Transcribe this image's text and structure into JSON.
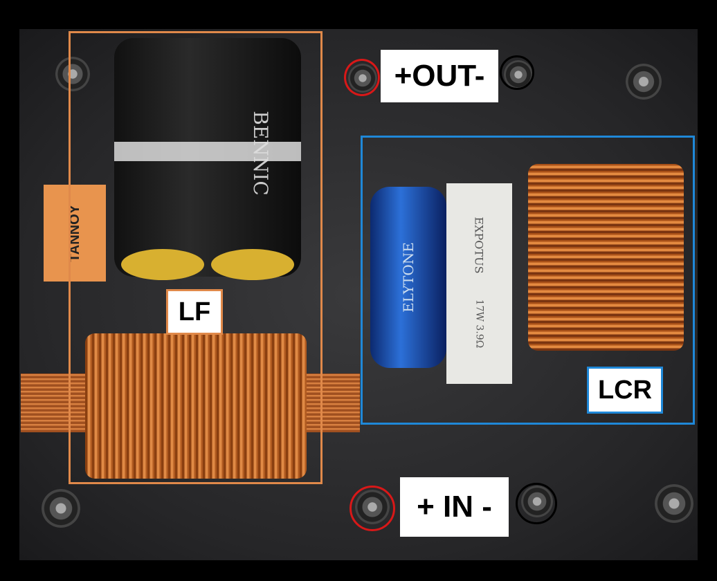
{
  "annotations": {
    "out_label": "+OUT-",
    "in_label": "+ IN -",
    "lf_label": "LF",
    "lcr_label": "LCR"
  },
  "photo_text": {
    "sticker": "TANNOY",
    "capacitor_brand": "BENNIC",
    "blue_cap_brand": "ELYTONE",
    "resistor_brand": "EXPOTUS",
    "resistor_value": "17W 3.9Ω"
  },
  "colors": {
    "lf_box": "#e0894a",
    "lcr_box": "#1f88d8",
    "positive_ring": "#d81818",
    "negative_ring": "#000000"
  }
}
